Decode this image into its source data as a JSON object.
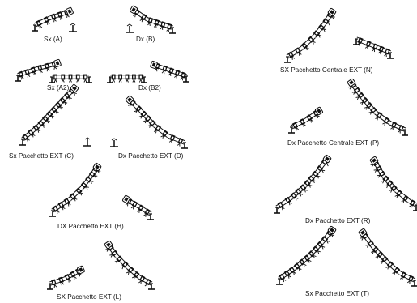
{
  "configurations": [
    {
      "id": "A",
      "label": "Sx (A)"
    },
    {
      "id": "B",
      "label": "Dx (B)"
    },
    {
      "id": "A2",
      "label": "Sx (A2)"
    },
    {
      "id": "B2",
      "label": "Dx (B2)"
    },
    {
      "id": "C",
      "label": "Sx Pacchetto EXT (C)"
    },
    {
      "id": "D",
      "label": "Dx Pacchetto EXT (D)"
    },
    {
      "id": "H",
      "label": "DX Pacchetto EXT (H)"
    },
    {
      "id": "L",
      "label": "SX Pacchetto EXT (L)"
    },
    {
      "id": "N",
      "label": "SX Pacchetto Centrale EXT (N)"
    },
    {
      "id": "P",
      "label": "Dx Pacchetto Centrale EXT (P)"
    },
    {
      "id": "R",
      "label": "Dx Pacchetto EXT (R)"
    },
    {
      "id": "T",
      "label": "Sx Pacchetto EXT (T)"
    }
  ],
  "colors": {
    "line": "#111111",
    "text": "#111111",
    "background": "#ffffff"
  }
}
